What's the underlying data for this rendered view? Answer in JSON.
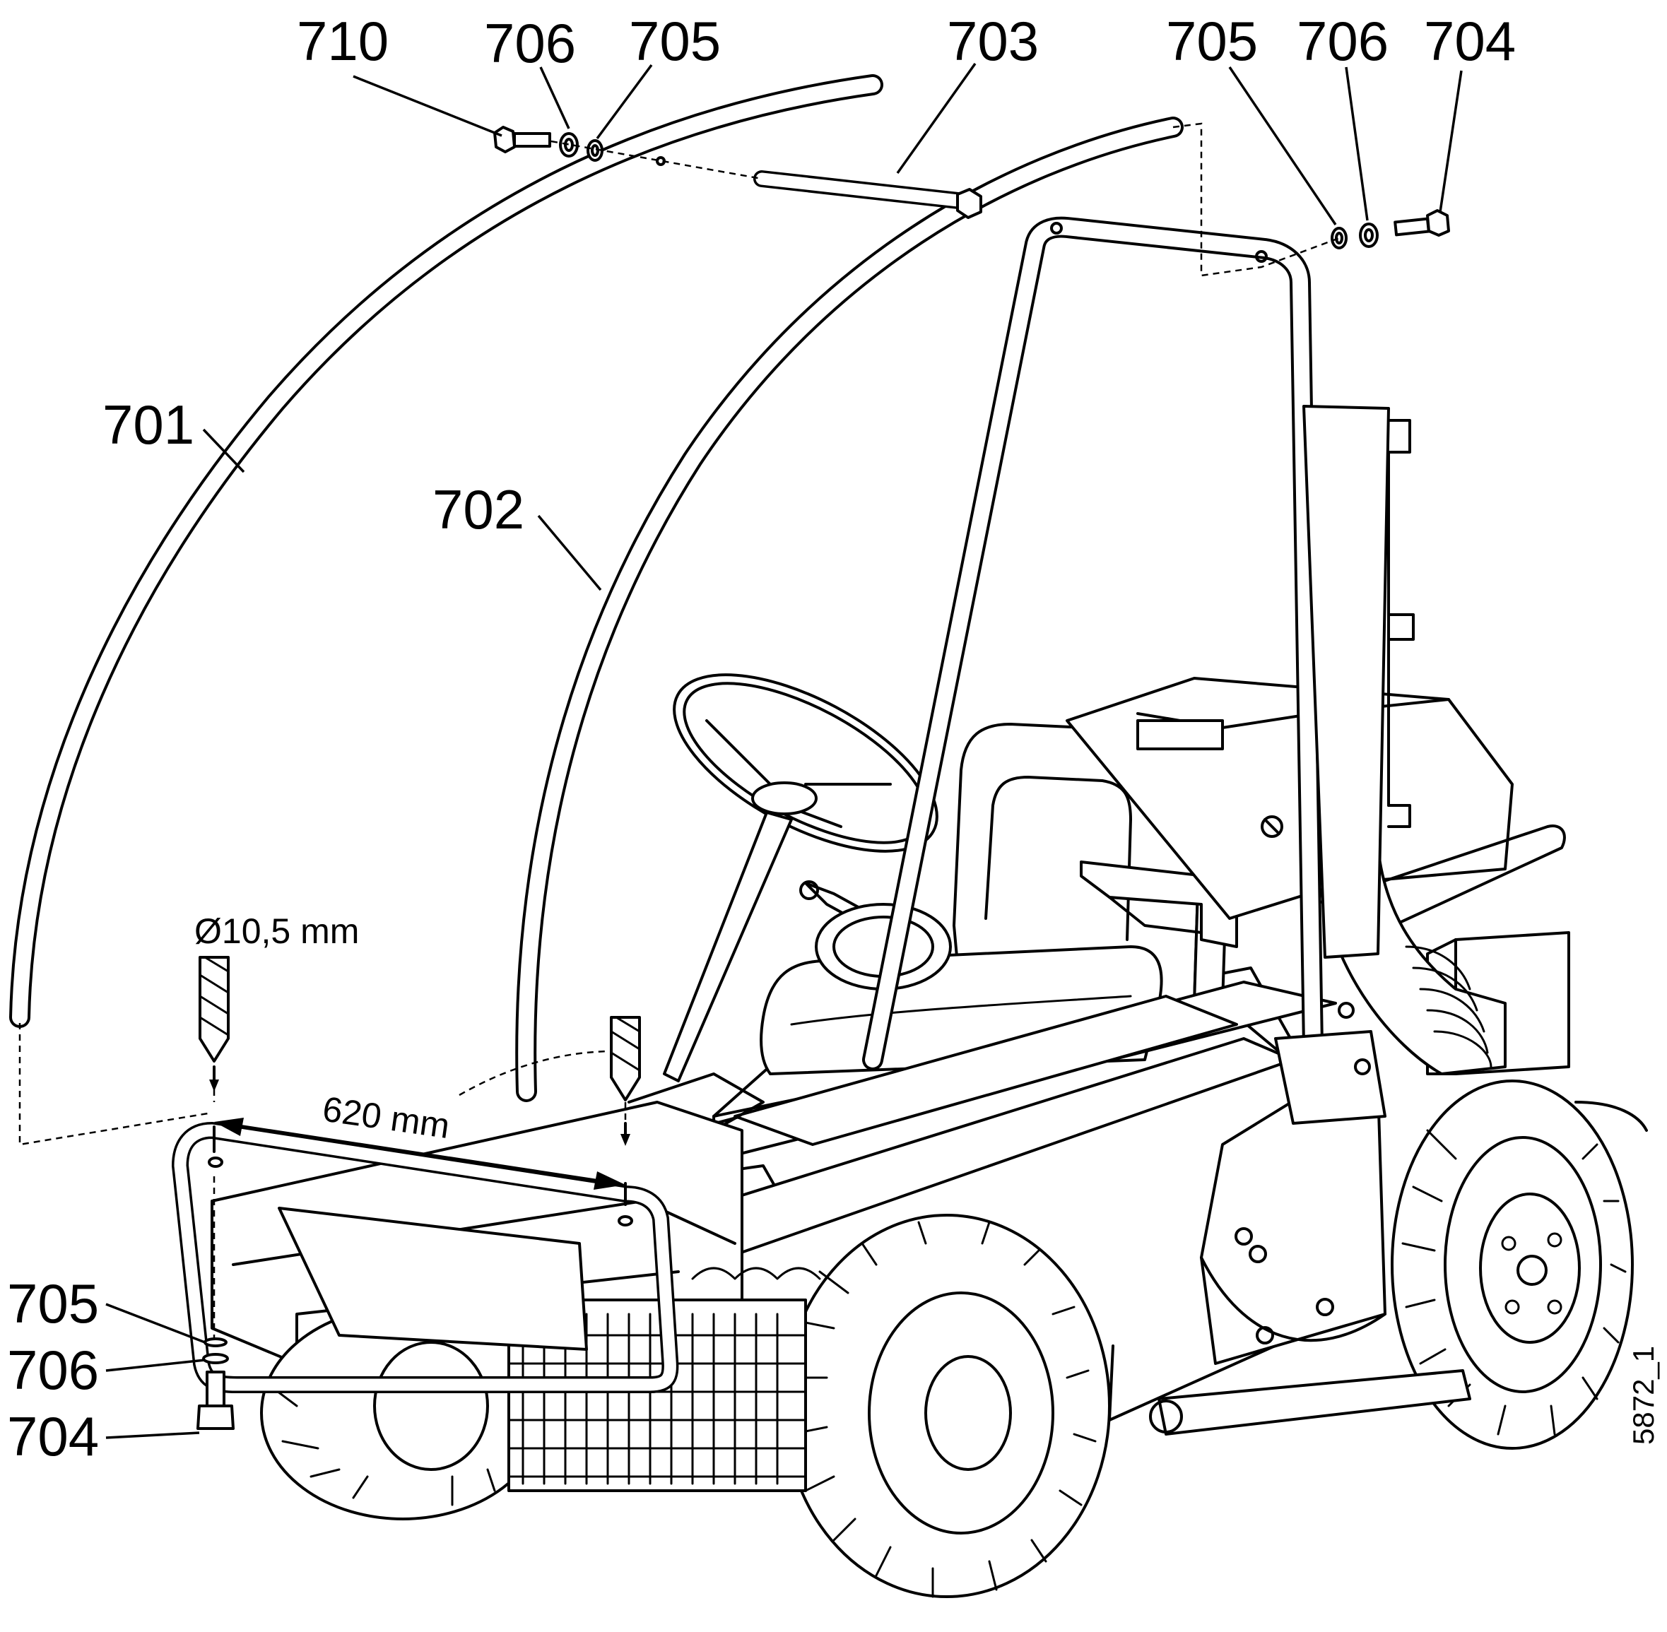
{
  "figure_code": "5872_1",
  "callouts": {
    "c710": "710",
    "c706_top_left": "706",
    "c705_top_left": "705",
    "c703": "703",
    "c705_top_right": "705",
    "c706_top_right": "706",
    "c704_top_right": "704",
    "c701": "701",
    "c702": "702",
    "c705_bottom": "705",
    "c706_bottom": "706",
    "c704_bottom": "704"
  },
  "dimensions": {
    "drill_diameter": "Ø10,5 mm",
    "hole_spacing": "620 mm"
  }
}
